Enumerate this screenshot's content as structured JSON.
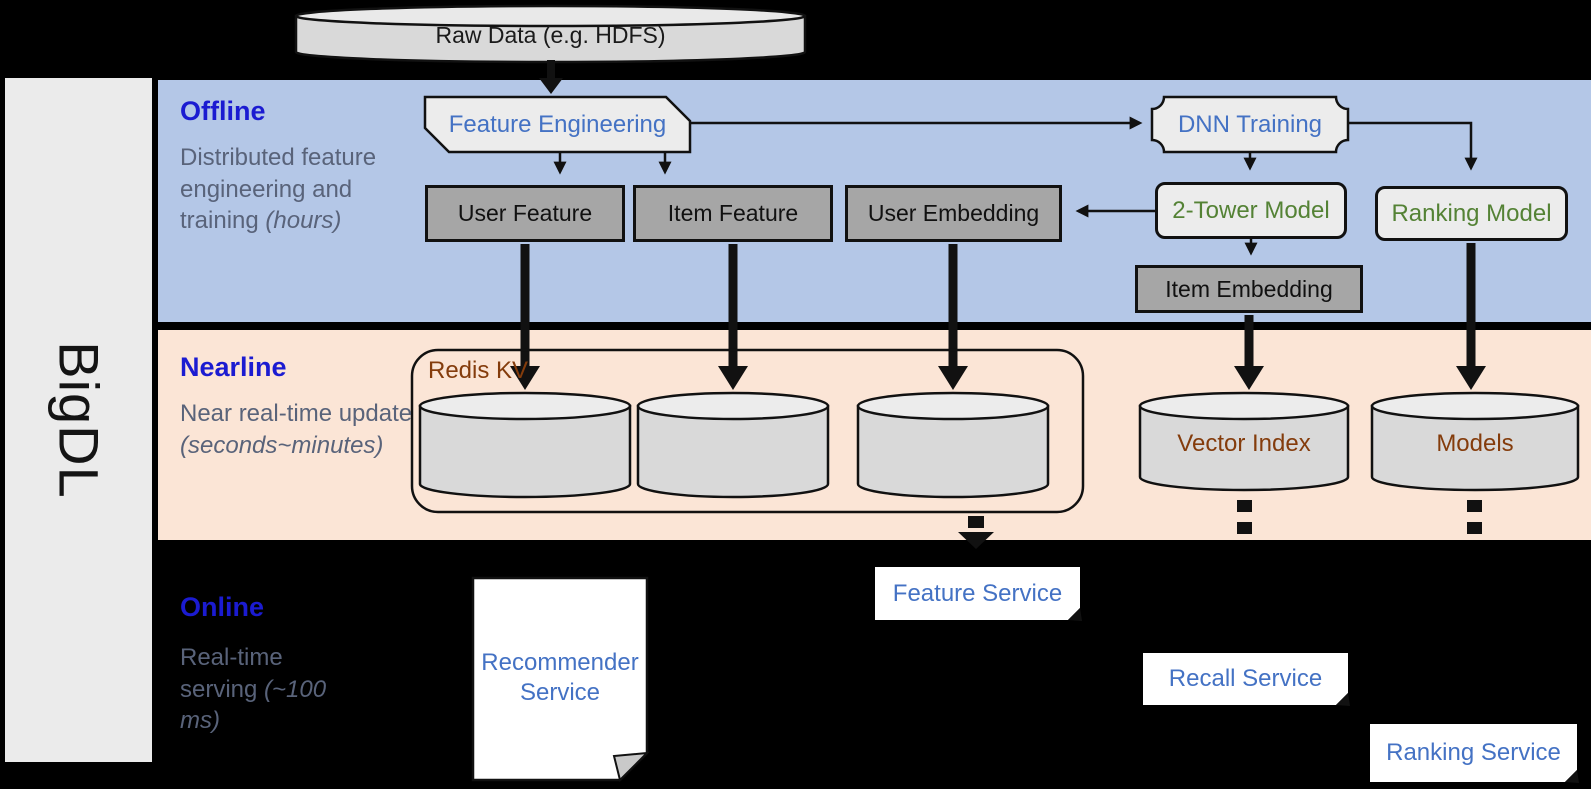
{
  "brand": {
    "label": "BigDL"
  },
  "data_source": {
    "label": "Raw Data (e.g. HDFS)"
  },
  "offline": {
    "title": "Offline",
    "description": "Distributed feature engineering and training",
    "description_italic": "(hours)",
    "feature_engineering": "Feature Engineering",
    "dnn_training": "DNN Training",
    "user_feature": "User Feature",
    "item_feature": "Item Feature",
    "user_embedding": "User Embedding",
    "two_tower_model": "2-Tower Model",
    "ranking_model": "Ranking Model",
    "item_embedding": "Item Embedding"
  },
  "nearline": {
    "title": "Nearline",
    "description": "Near real-time update",
    "description_italic": "(seconds~minutes)",
    "redis_kv": "Redis KV",
    "vector_index": "Vector Index",
    "models": "Models"
  },
  "online": {
    "title": "Online",
    "description": "Real-time serving",
    "description_italic": "(~100 ms)",
    "recommender_service": "Recommender Service",
    "feature_service": "Feature Service",
    "recall_service": "Recall Service",
    "ranking_service": "Ranking Service"
  },
  "colors": {
    "offline_band": "#B4C7E7",
    "nearline_band": "#FBE5D6",
    "online_background": "#000000",
    "section_title_blue": "#1B1BD1",
    "section_description_gray": "#59637A",
    "node_text_blue": "#4472C4",
    "node_text_green": "#548235",
    "storage_text_brown": "#843C0C",
    "gray_node_fill": "#A6A6A6",
    "light_node_fill": "#ECECEC",
    "cylinder_fill": "#D9D9D9",
    "sidebar_fill": "#EBEBEB"
  }
}
